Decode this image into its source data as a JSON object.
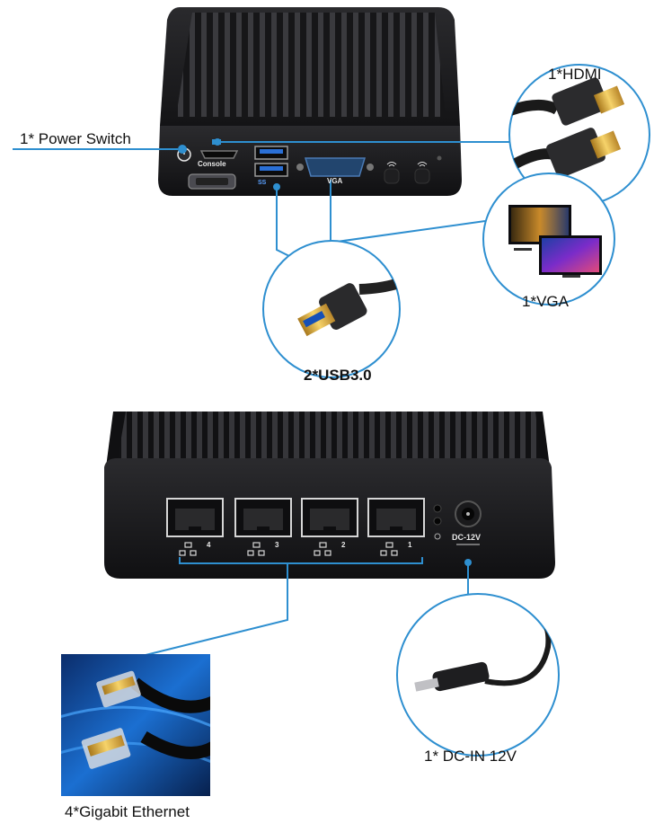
{
  "labels": {
    "power_switch": "1* Power Switch",
    "hdmi": "1*HDMI",
    "vga": "1*VGA",
    "usb": "2*USB3.0",
    "dcin": "1* DC-IN 12V",
    "ethernet": "4*Gigabit Ethernet"
  },
  "device_front": {
    "console": "Console",
    "vga": "VGA",
    "usb_mark": "SS"
  },
  "device_rear": {
    "dc": "DC-12V",
    "lan_numbers": [
      "4",
      "3",
      "2",
      "1"
    ]
  },
  "colors": {
    "callout": "#2e8fd0",
    "chassis": "#1c1c1e",
    "fins": "#2c2c2f"
  }
}
